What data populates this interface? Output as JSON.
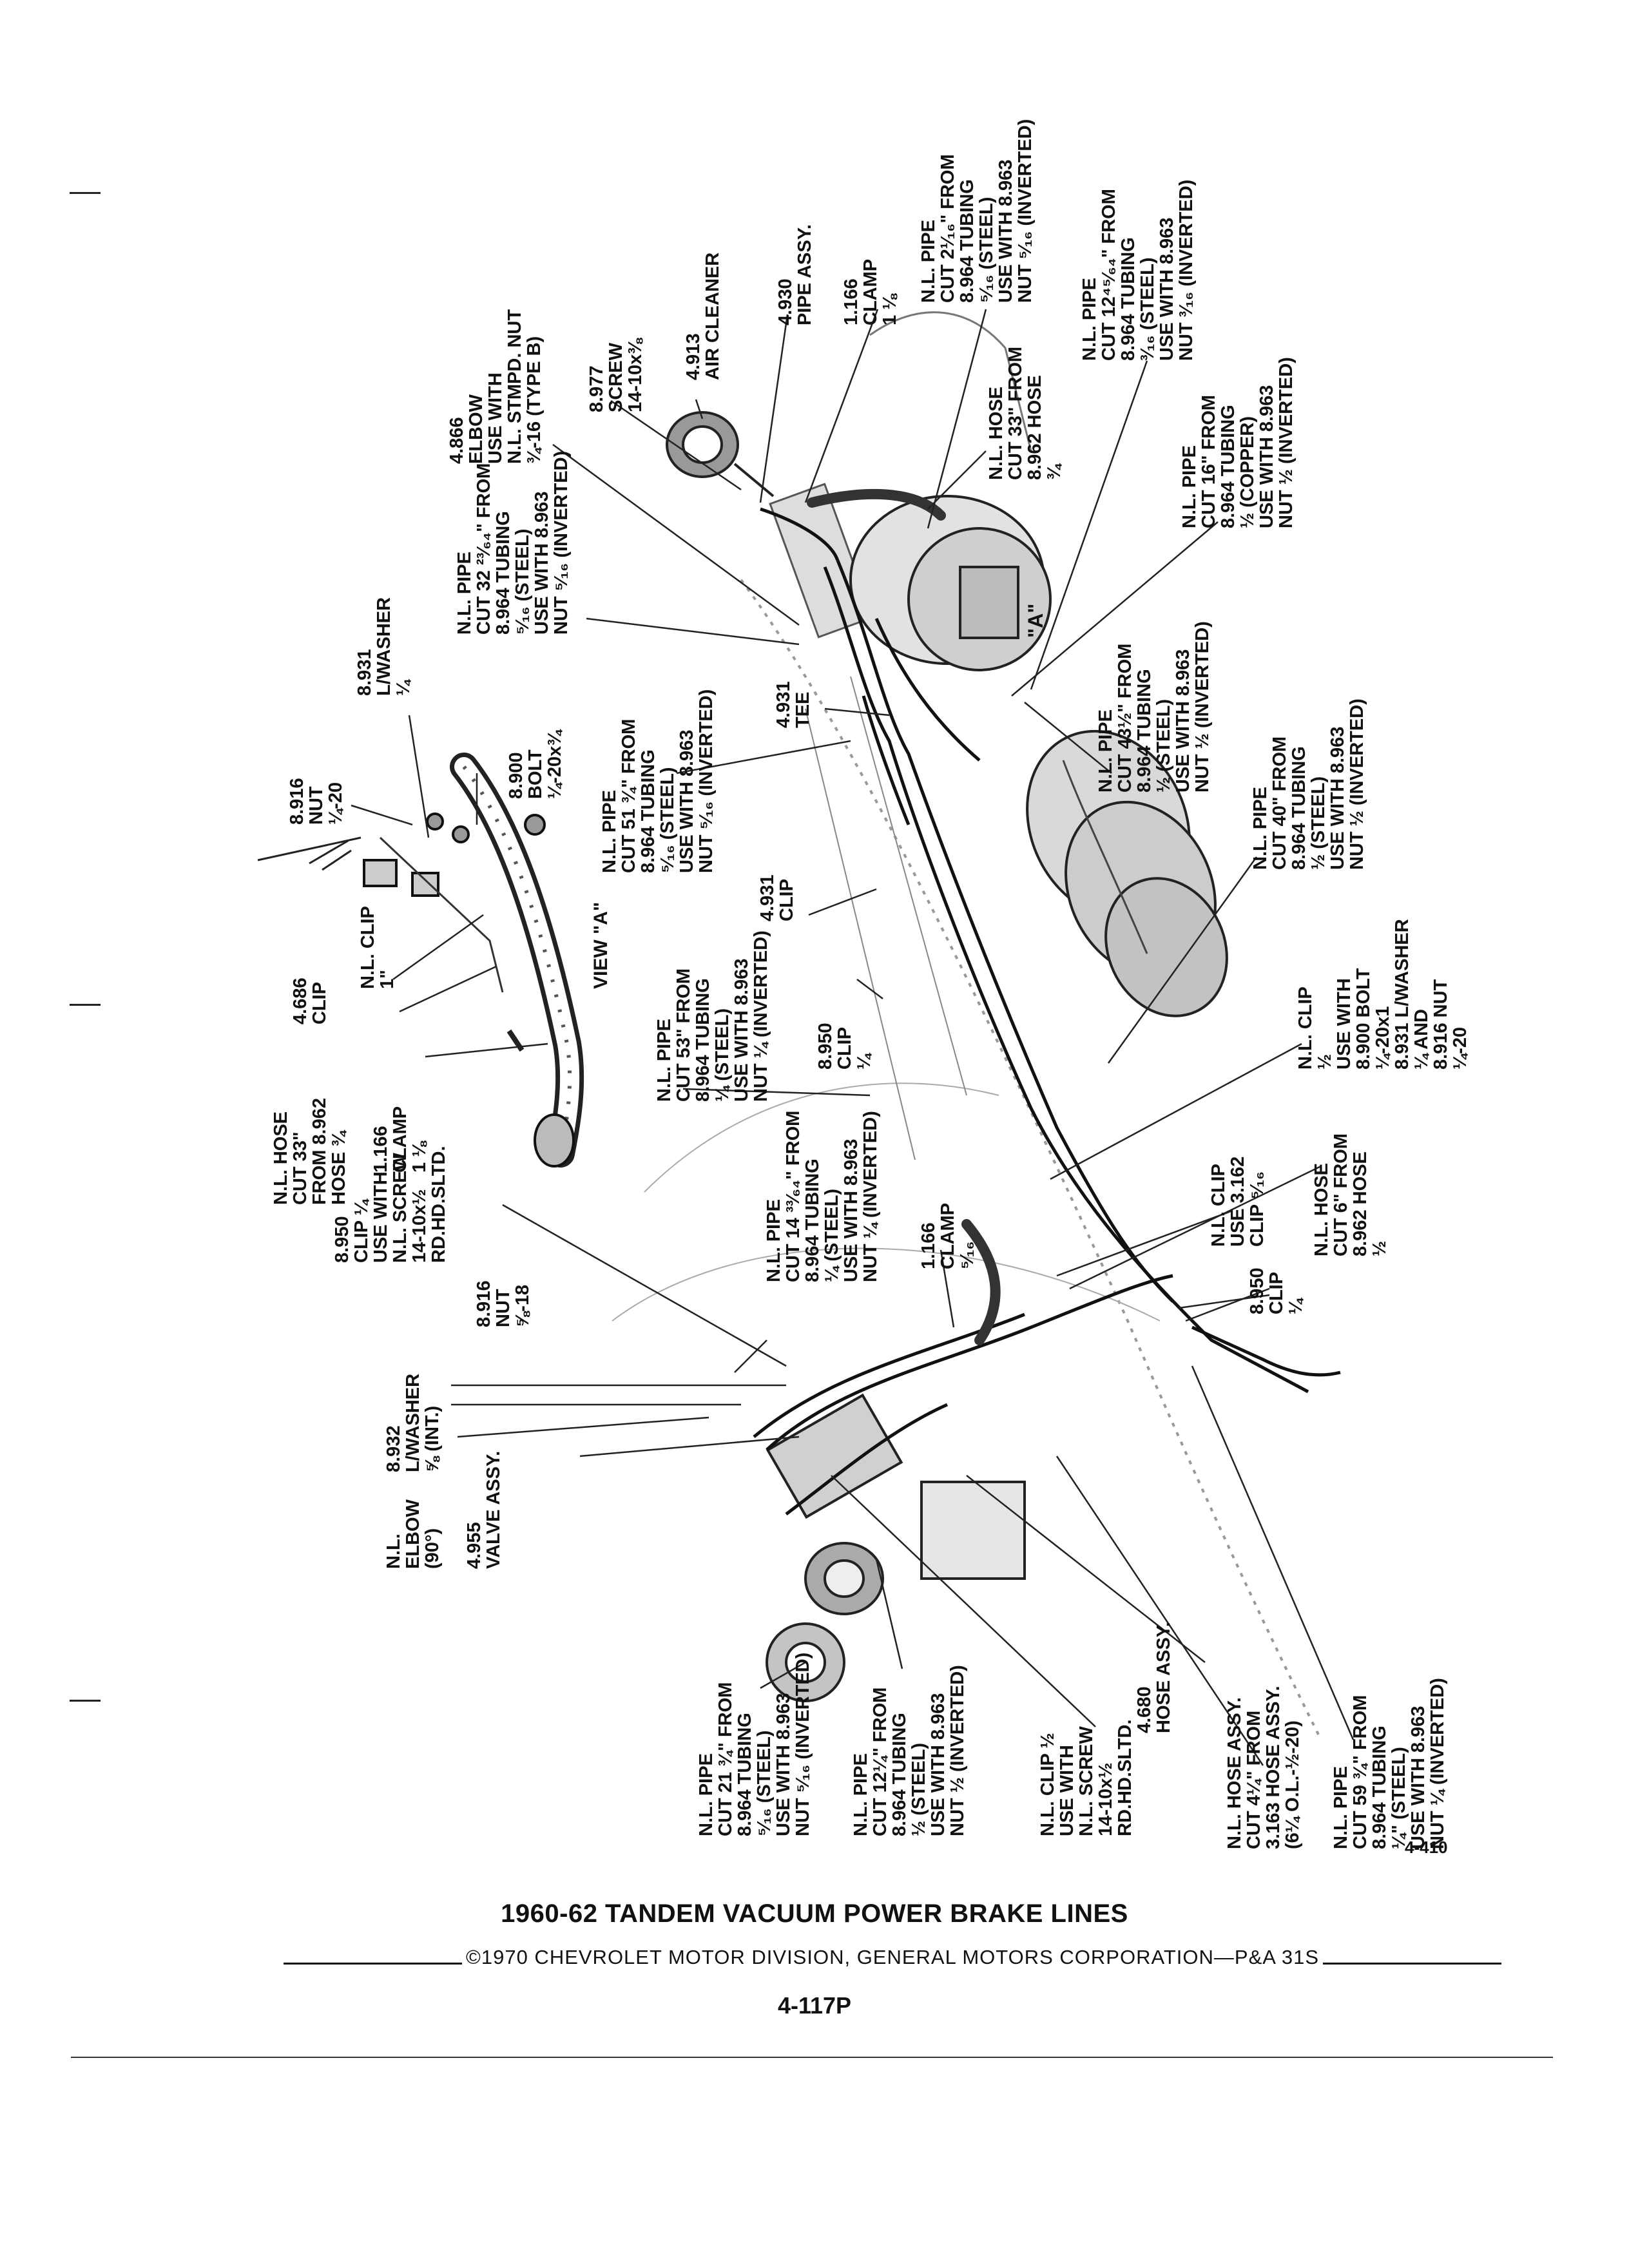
{
  "figure": {
    "title": "1960-62 TANDEM VACUUM POWER BRAKE LINES",
    "copyright": "©1970 CHEVROLET MOTOR DIVISION, GENERAL MOTORS CORPORATION—P&A 31S",
    "page_number": "4-117P",
    "figure_number": "4-410",
    "view_label": "VIEW \"A\"",
    "view_marker": "\"A\""
  },
  "callouts": [
    {
      "lines": [
        "8.977",
        "SCREW",
        "14-10x⅜"
      ]
    },
    {
      "lines": [
        "4.913",
        "AIR CLEANER"
      ]
    },
    {
      "lines": [
        "4.930",
        "PIPE ASSY."
      ]
    },
    {
      "lines": [
        "1.166",
        "CLAMP",
        "1 ⅛"
      ]
    },
    {
      "lines": [
        "N.L. PIPE",
        "CUT 2¹⁄₁₆\" FROM",
        "8.964 TUBING",
        "⁵⁄₁₆ (STEEL)",
        "USE WITH 8.963",
        "NUT ⁵⁄₁₆ (INVERTED)"
      ]
    },
    {
      "lines": [
        "N.L. PIPE",
        "CUT 12⁴⁵⁄₆₄\" FROM",
        "8.964 TUBING",
        "³⁄₁₆ (STEEL)",
        "USE WITH 8.963",
        "NUT ³⁄₁₆ (INVERTED)"
      ]
    },
    {
      "lines": [
        "4.866",
        "ELBOW",
        "USE WITH",
        "N.L. STMPD. NUT",
        "¾-16 (TYPE B)"
      ]
    },
    {
      "lines": [
        "N.L. HOSE",
        "CUT 33\" FROM",
        "8.962 HOSE",
        "¾"
      ]
    },
    {
      "lines": [
        "N.L. PIPE",
        "CUT 16\" FROM",
        "8.964 TUBING",
        "½ (COPPER)",
        "USE WITH 8.963",
        "NUT ½ (INVERTED)"
      ]
    },
    {
      "lines": [
        "N.L. PIPE",
        "CUT 32 ²³⁄₆₄\" FROM",
        "8.964 TUBING",
        "⁵⁄₁₆ (STEEL)",
        "USE WITH 8.963",
        "NUT ⁵⁄₁₆ (INVERTED)"
      ]
    },
    {
      "lines": [
        "8.931",
        "L/WASHER",
        "¼"
      ]
    },
    {
      "lines": [
        "4.931",
        "TEE"
      ]
    },
    {
      "lines": [
        "N.L. PIPE",
        "CUT 43½\" FROM",
        "8.964 TUBING",
        "½ (STEEL)",
        "USE WITH 8.963",
        "NUT ½ (INVERTED)"
      ]
    },
    {
      "lines": [
        "N.L. PIPE",
        "CUT 51 ¾\" FROM",
        "8.964 TUBING",
        "⁵⁄₁₆ (STEEL)",
        "USE WITH 8.963",
        "NUT ⁵⁄₁₆ (INVERTED)"
      ]
    },
    {
      "lines": [
        "8.916",
        "NUT",
        "¼-20"
      ]
    },
    {
      "lines": [
        "8.900",
        "BOLT",
        "¼-20x¾"
      ]
    },
    {
      "lines": [
        "N.L. CLIP",
        "1\""
      ]
    },
    {
      "lines": [
        "4.686",
        "CLIP"
      ]
    },
    {
      "lines": [
        "4.931",
        "CLIP"
      ]
    },
    {
      "lines": [
        "N.L. PIPE",
        "CUT 40\" FROM",
        "8.964 TUBING",
        "½ (STEEL)",
        "USE WITH 8.963",
        "NUT ½ (INVERTED)"
      ]
    },
    {
      "lines": [
        "N.L. HOSE",
        "CUT 33\"",
        "FROM 8.962",
        "HOSE ¾"
      ]
    },
    {
      "lines": [
        "1.166",
        "CLAMP",
        "1 ⅛"
      ]
    },
    {
      "lines": [
        "N.L. PIPE",
        "CUT 53\" FROM",
        "8.964 TUBING",
        "¼ (STEEL)",
        "USE WITH 8.963",
        "NUT ¼ (INVERTED)"
      ]
    },
    {
      "lines": [
        "8.950",
        "CLIP",
        "¼"
      ]
    },
    {
      "lines": [
        "N.L. CLIP",
        "½",
        "USE WITH",
        "8.900 BOLT",
        "¼-20x1",
        "8.931 L/WASHER",
        "¼ AND",
        "8.916 NUT",
        "¼-20"
      ]
    },
    {
      "lines": [
        "8.950",
        "CLIP ¼",
        "USE WITH",
        "N.L. SCREW",
        "14-10x½",
        "RD.HD.SLTD."
      ]
    },
    {
      "lines": [
        "N.L. PIPE",
        "CUT 14 ³³⁄₆₄\" FROM",
        "8.964 TUBING",
        "¼ (STEEL)",
        "USE WITH 8.963",
        "NUT ¼ (INVERTED)"
      ]
    },
    {
      "lines": [
        "1.166",
        "CLAMP",
        "⁵⁄₁₆"
      ]
    },
    {
      "lines": [
        "N.L. CLIP",
        "USE 3.162",
        "CLIP ⁵⁄₁₆"
      ]
    },
    {
      "lines": [
        "N.L. HOSE",
        "CUT 6\" FROM",
        "8.962 HOSE",
        "½"
      ]
    },
    {
      "lines": [
        "8.916",
        "NUT",
        "⅝-18"
      ]
    },
    {
      "lines": [
        "8.950",
        "CLIP",
        "¼"
      ]
    },
    {
      "lines": [
        "8.932",
        "L/WASHER",
        "⅝ (INT.)"
      ]
    },
    {
      "lines": [
        "N.L.",
        "ELBOW",
        "(90°)"
      ]
    },
    {
      "lines": [
        "4.955",
        "VALVE ASSY."
      ]
    },
    {
      "lines": [
        "N.L. PIPE",
        "CUT 21 ¾\" FROM",
        "8.964 TUBING",
        "⁵⁄₁₆ (STEEL)",
        "USE WITH 8.963",
        "NUT ⁵⁄₁₆ (INVERTED)"
      ]
    },
    {
      "lines": [
        "N.L. PIPE",
        "CUT 12¼\" FROM",
        "8.964 TUBING",
        "½ (STEEL)",
        "USE WITH 8.963",
        "NUT ½ (INVERTED)"
      ]
    },
    {
      "lines": [
        "N.L. CLIP ½",
        "USE WITH",
        "N.L. SCREW",
        "14-10x½",
        "RD.HD.SLTD."
      ]
    },
    {
      "lines": [
        "4.680",
        "HOSE ASSY."
      ]
    },
    {
      "lines": [
        "N.L. HOSE ASSY.",
        "CUT 4¼\" FROM",
        "3.163 HOSE ASSY.",
        "(6¼ O.L.-½-20)"
      ]
    },
    {
      "lines": [
        "N.L. PIPE",
        "CUT 59 ¾\" FROM",
        "8.964 TUBING",
        "¼\" (STEEL)",
        "USE WITH 8.963",
        "NUT ¼ (INVERTED)"
      ]
    }
  ]
}
